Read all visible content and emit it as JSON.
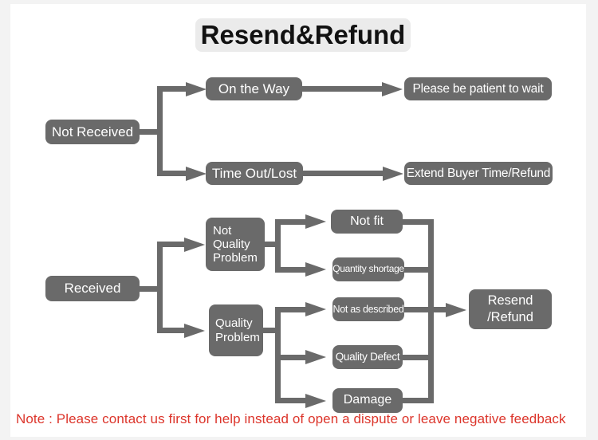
{
  "title": "Resend&Refund",
  "flow_not_received": {
    "root": "Not Received",
    "branch_a": {
      "label": "On the Way",
      "result": "Please be patient to wait"
    },
    "branch_b": {
      "label": "Time Out/Lost",
      "result": "Extend Buyer Time/Refund"
    }
  },
  "flow_received": {
    "root": "Received",
    "branch_a": {
      "label": "Not Quality Problem",
      "children": [
        "Not fit",
        "Quantity shortage"
      ]
    },
    "branch_b": {
      "label": "Quality Problem",
      "children": [
        "Not as described",
        "Quality Defect",
        "Damage"
      ]
    },
    "result": "Resend /Refund"
  },
  "note": "Note : Please contact us first for help instead of open a dispute or leave negative feedback",
  "colors": {
    "frame_bg": "#f3f3f3",
    "panel_bg": "#ffffff",
    "title_bg": "#ebebeb",
    "title_text": "#111111",
    "node_bg": "#6a6a6a",
    "node_text": "#ffffff",
    "note_red": "#dc352b"
  }
}
